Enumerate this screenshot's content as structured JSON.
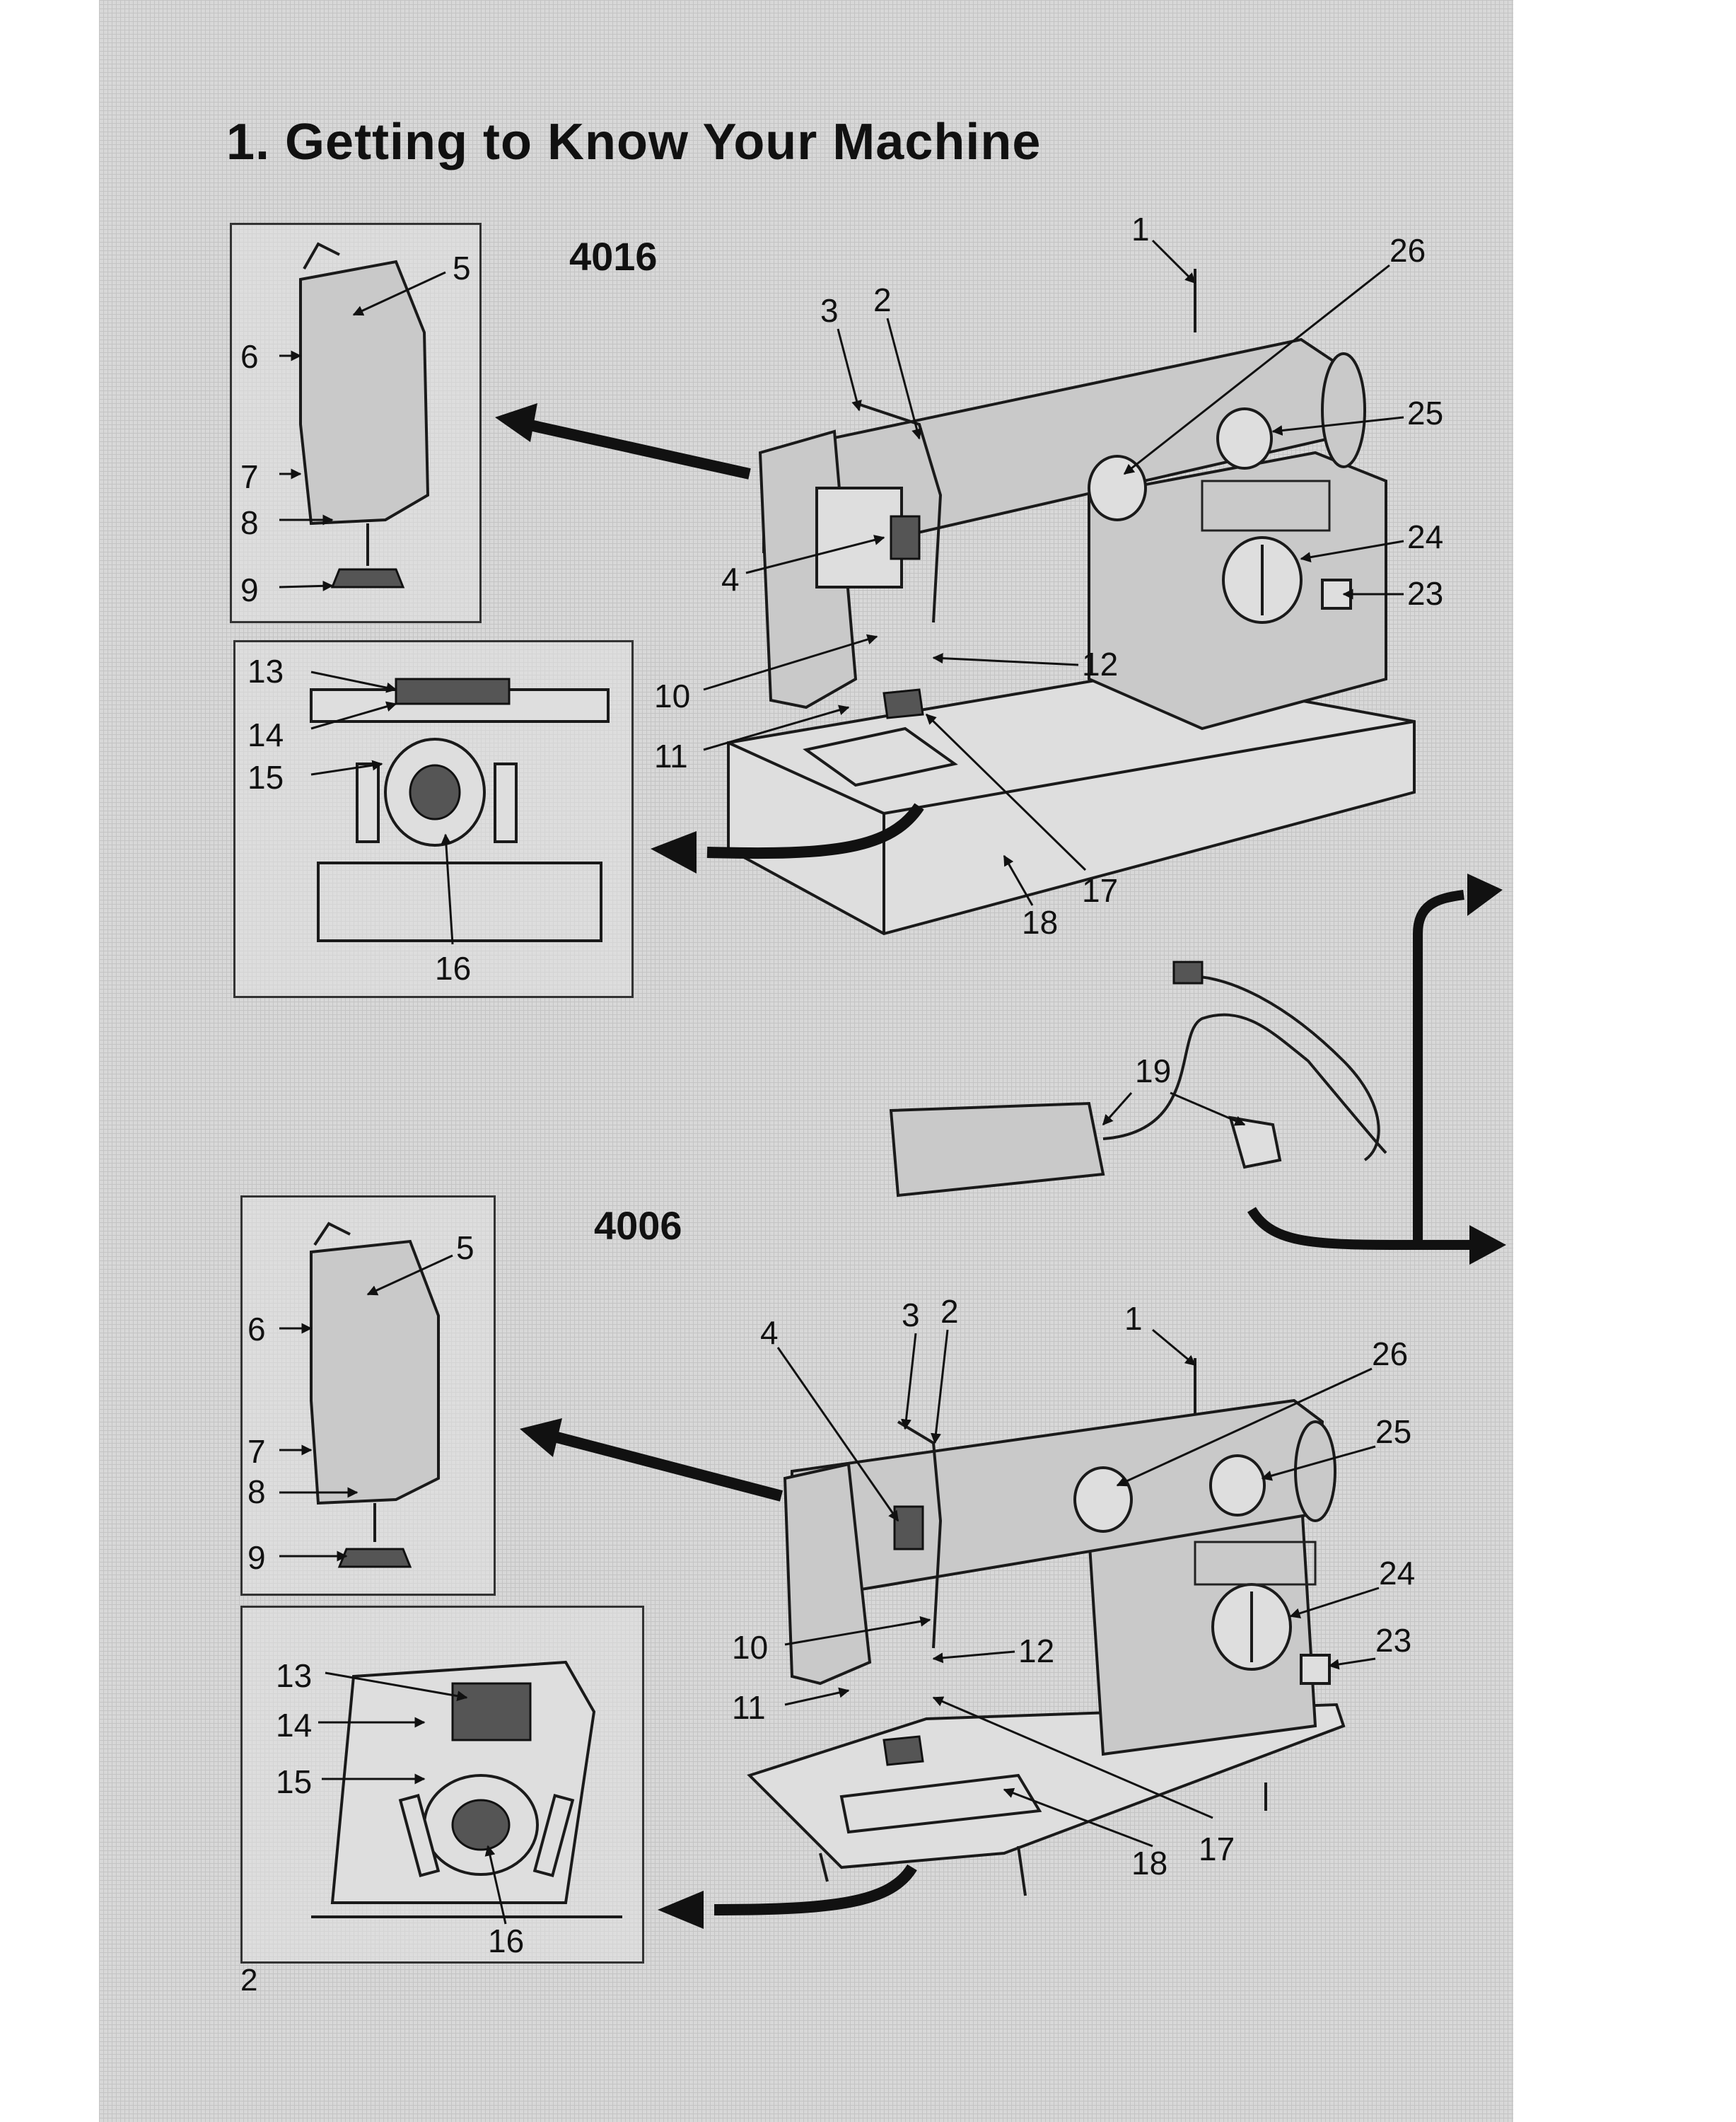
{
  "page": {
    "title": "1. Getting to Know Your Machine",
    "page_number": "2"
  },
  "models": {
    "top": "4016",
    "bottom": "4006"
  },
  "callouts": {
    "top_main": [
      "1",
      "2",
      "3",
      "4",
      "10",
      "11",
      "12",
      "17",
      "18",
      "23",
      "24",
      "25",
      "26"
    ],
    "top_head_inset": [
      "5",
      "6",
      "7",
      "8",
      "9"
    ],
    "top_bed_inset": [
      "13",
      "14",
      "15",
      "16"
    ],
    "foot_control": [
      "19"
    ],
    "bottom_main": [
      "1",
      "2",
      "3",
      "4",
      "10",
      "11",
      "12",
      "17",
      "18",
      "23",
      "24",
      "25",
      "26"
    ],
    "bottom_head_inset": [
      "5",
      "6",
      "7",
      "8",
      "9"
    ],
    "bottom_bed_inset": [
      "13",
      "14",
      "15",
      "16"
    ]
  },
  "colors": {
    "page_background": "#d8d8d8",
    "line": "#1a1a1a",
    "machine_fill": "#c9c9c9"
  }
}
